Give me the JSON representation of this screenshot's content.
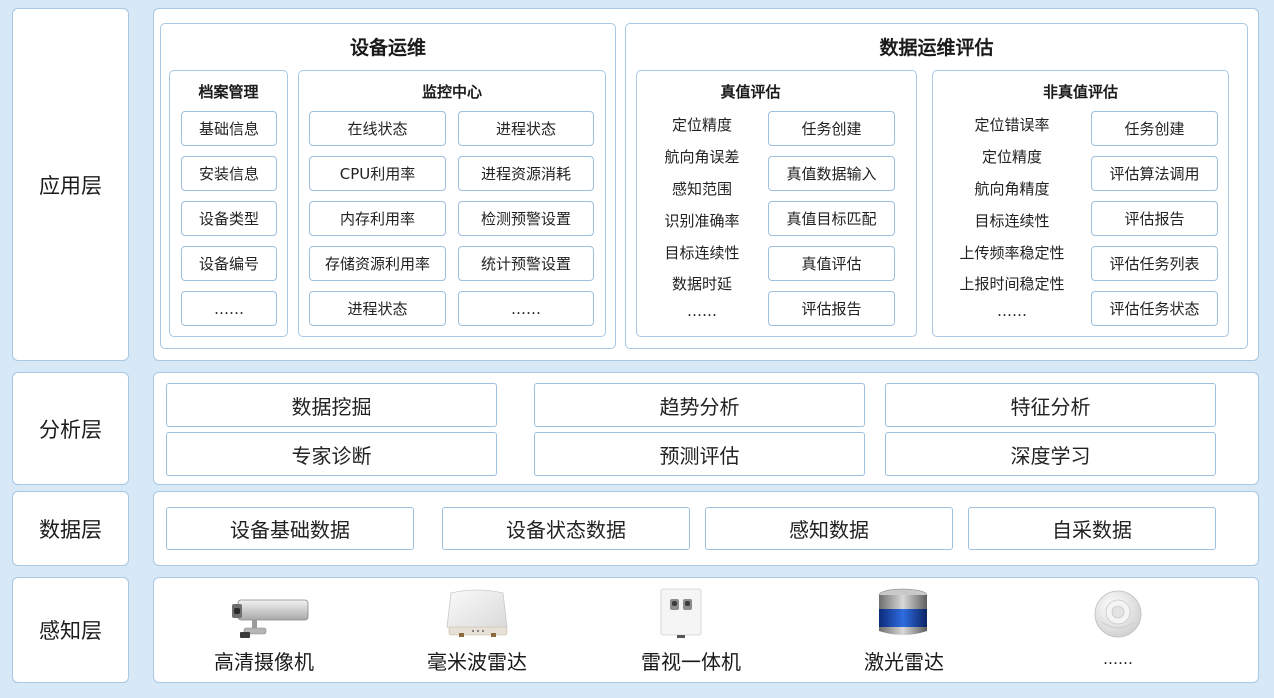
{
  "layers": {
    "app": "应用层",
    "analysis": "分析层",
    "data": "数据层",
    "perception": "感知层"
  },
  "device_ops": {
    "title": "设备运维",
    "archive": {
      "title": "档案管理",
      "items": [
        "基础信息",
        "安装信息",
        "设备类型",
        "设备编号",
        "……"
      ]
    },
    "monitor": {
      "title": "监控中心",
      "left": [
        "在线状态",
        "CPU利用率",
        "内存利用率",
        "存储资源利用率",
        "进程状态"
      ],
      "right": [
        "进程状态",
        "进程资源消耗",
        "检测预警设置",
        "统计预警设置",
        "……"
      ]
    }
  },
  "data_eval": {
    "title": "数据运维评估",
    "truth": {
      "title": "真值评估",
      "metrics": [
        "定位精度",
        "航向角误差",
        "感知范围",
        "识别准确率",
        "目标连续性",
        "数据时延",
        "……"
      ],
      "actions": [
        "任务创建",
        "真值数据输入",
        "真值目标匹配",
        "真值评估",
        "评估报告"
      ]
    },
    "nontruth": {
      "title": "非真值评估",
      "metrics": [
        "定位错误率",
        "定位精度",
        "航向角精度",
        "目标连续性",
        "上传频率稳定性",
        "上报时间稳定性",
        "……"
      ],
      "actions": [
        "任务创建",
        "评估算法调用",
        "评估报告",
        "评估任务列表",
        "评估任务状态"
      ]
    }
  },
  "analysis": {
    "items": [
      "数据挖掘",
      "趋势分析",
      "特征分析",
      "专家诊断",
      "预测评估",
      "深度学习"
    ]
  },
  "data_layer": {
    "items": [
      "设备基础数据",
      "设备状态数据",
      "感知数据",
      "自采数据"
    ]
  },
  "perception": {
    "devices": [
      {
        "label": "高清摄像机",
        "icon": "camera-icon"
      },
      {
        "label": "毫米波雷达",
        "icon": "mmwave-radar-icon"
      },
      {
        "label": "雷视一体机",
        "icon": "radar-video-unit-icon"
      },
      {
        "label": "激光雷达",
        "icon": "lidar-icon"
      },
      {
        "label": "……",
        "icon": "smoke-detector-icon"
      }
    ]
  },
  "colors": {
    "background": "#d7e8f6",
    "border": "#a9c8e3",
    "button_border": "#9fc0de"
  }
}
